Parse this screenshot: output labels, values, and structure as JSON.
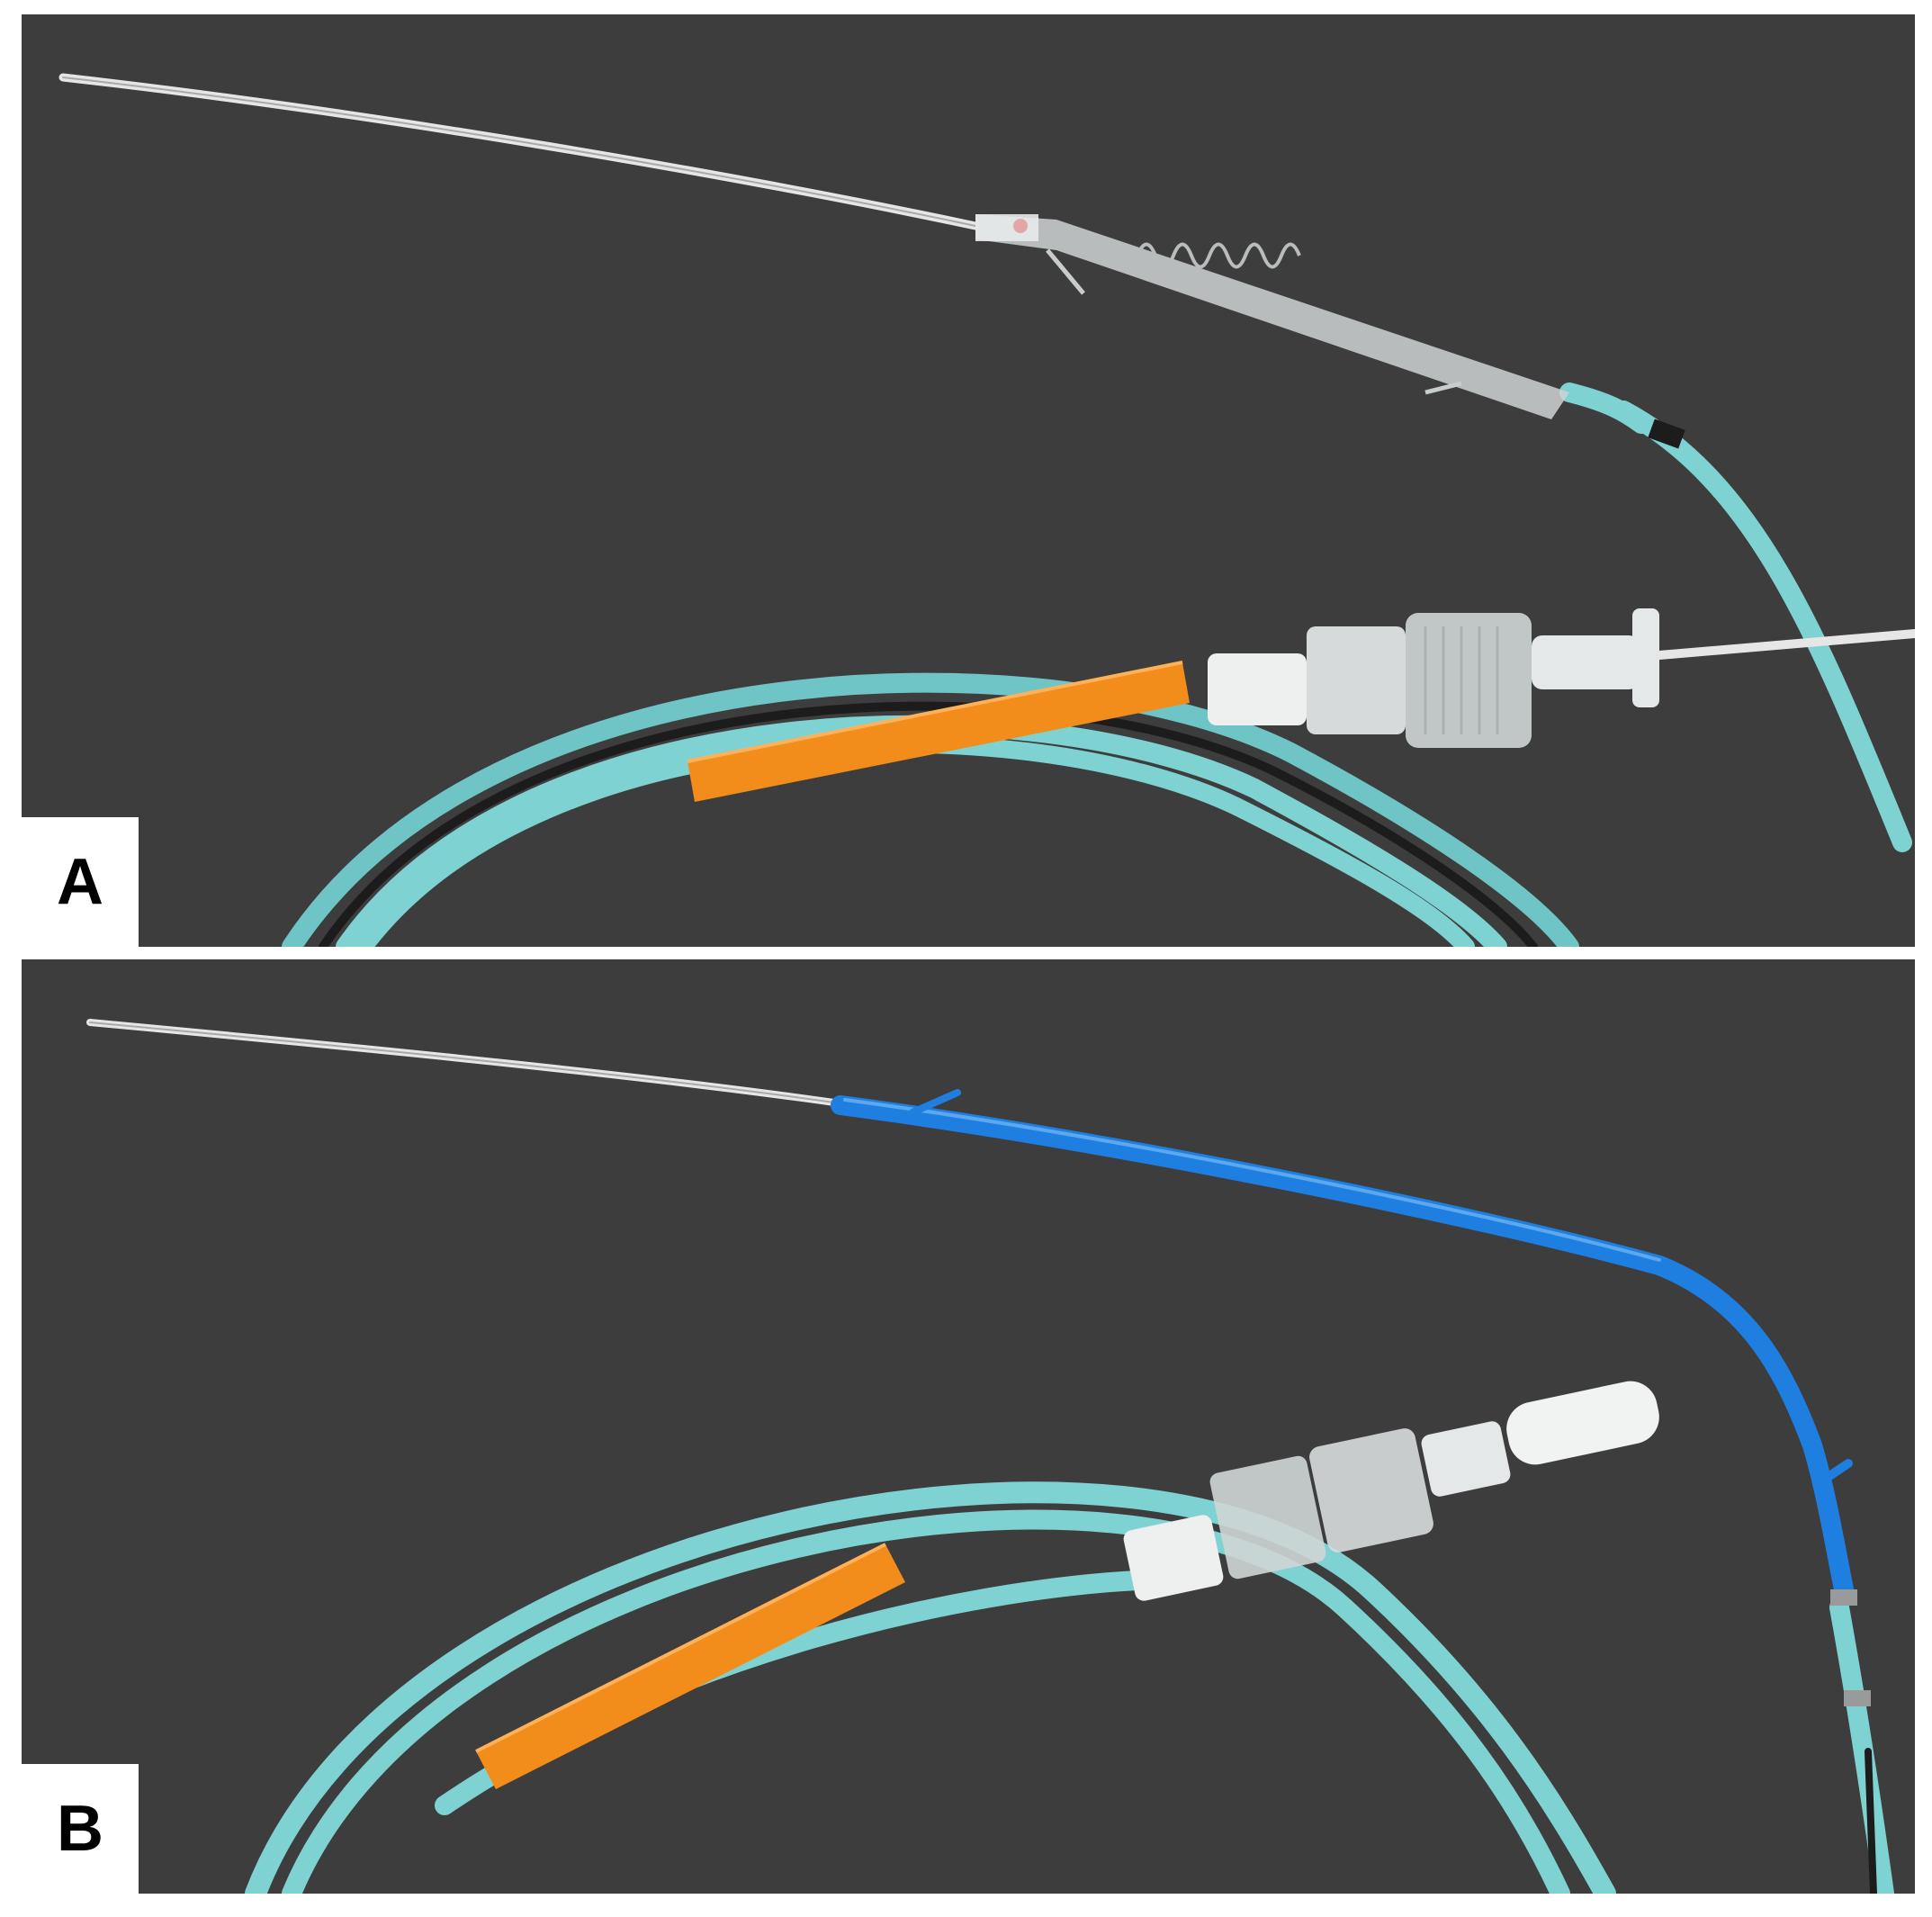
{
  "figure": {
    "panels": [
      {
        "label": "A",
        "description_icons": [
          "guidewire",
          "clear-spiral-sheath",
          "teal-catheter-coil",
          "orange-sleeve",
          "luer-lock-hub"
        ]
      },
      {
        "label": "B",
        "description_icons": [
          "guidewire",
          "blue-dilator-sheath",
          "teal-catheter-coil",
          "orange-sleeve",
          "luer-lock-hub"
        ]
      }
    ],
    "colors": {
      "background": "#3d3d3d",
      "catheter": "#7fcfcf",
      "sleeve": "#f28c1b",
      "dilator": "#1f7fe0",
      "wire": "#d9d9d9",
      "hub": "#eef0f0"
    }
  }
}
